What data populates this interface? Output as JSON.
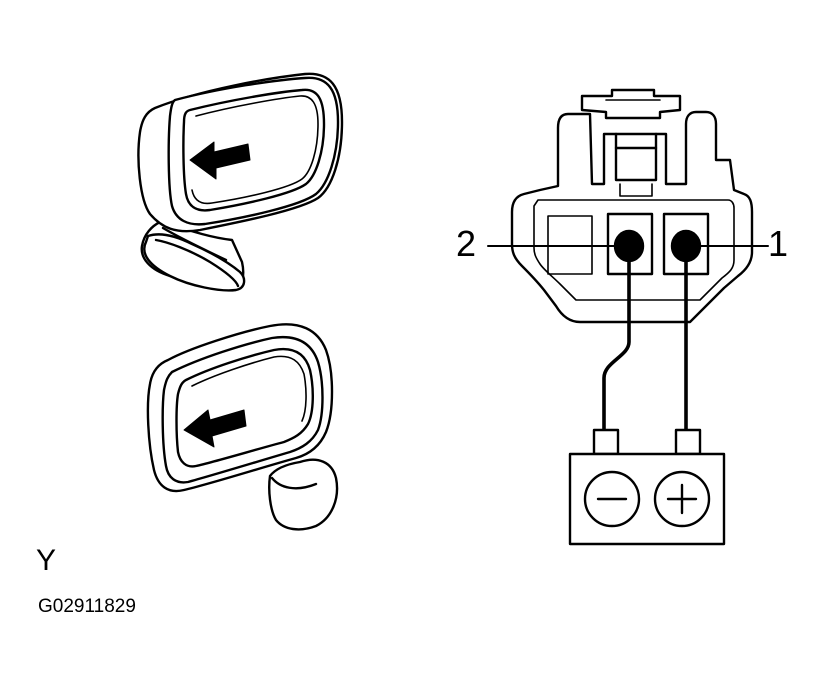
{
  "connector": {
    "terminals": [
      {
        "number": "2",
        "battery_terminal": "negative"
      },
      {
        "number": "1",
        "battery_terminal": "positive"
      }
    ]
  },
  "battery": {
    "negative_symbol": "−",
    "positive_symbol": "+"
  },
  "view_letter": "Y",
  "figure_code": "G02911829",
  "icons": {
    "mirror_top": "side-mirror-icon",
    "mirror_bottom": "side-mirror-icon",
    "arrow": "arrow-left-icon",
    "connector": "connector-icon",
    "battery": "battery-icon"
  },
  "colors": {
    "line": "#000000",
    "background": "#ffffff"
  }
}
